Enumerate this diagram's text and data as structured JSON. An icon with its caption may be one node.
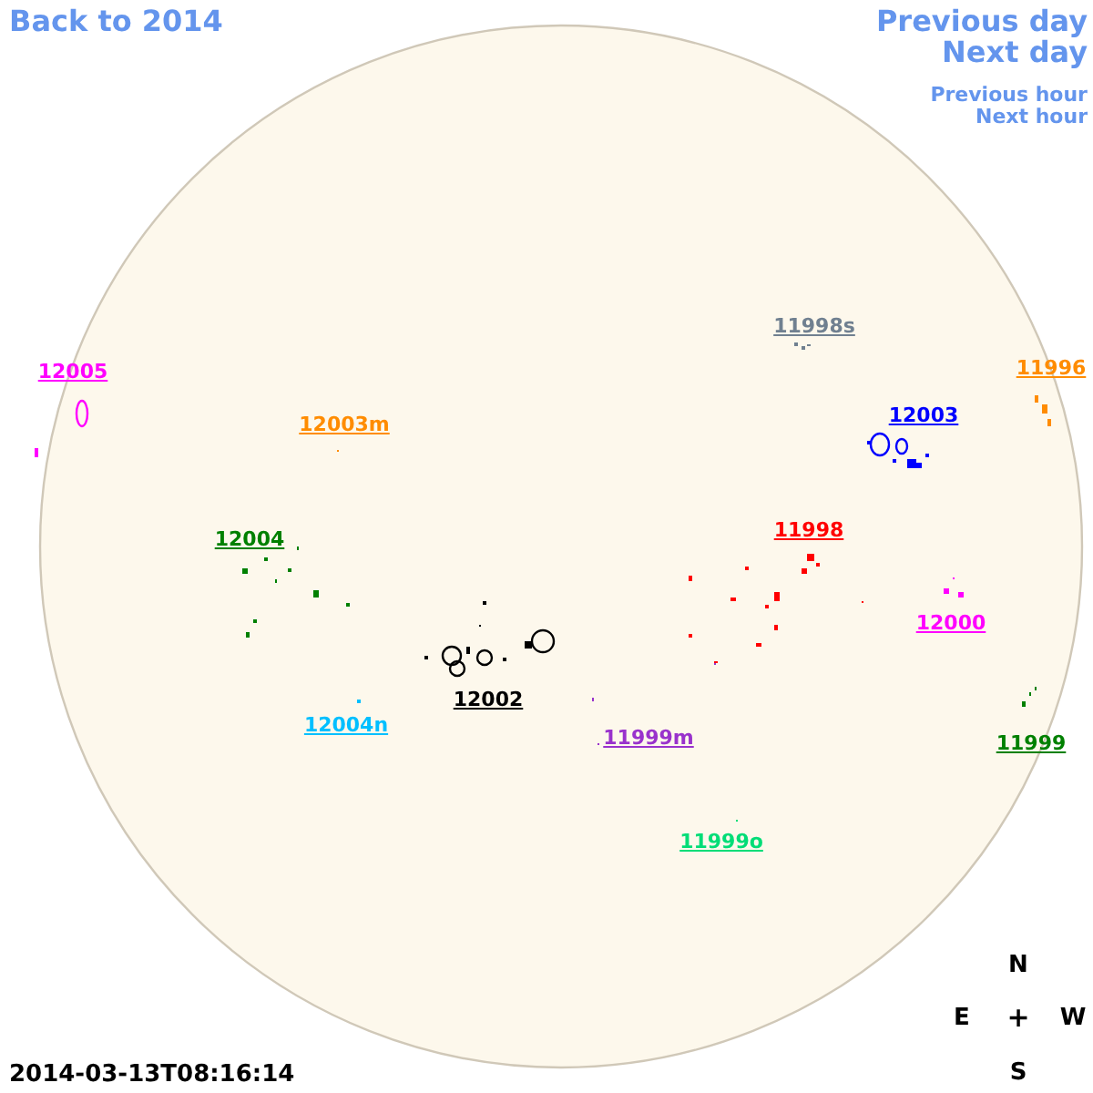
{
  "diagram": {
    "labels": [
      "Back to 2014",
      "Previous day",
      "Next day",
      "Previous hour",
      "Next hour",
      "11998s",
      "12005",
      "11996",
      "12003",
      "12003m",
      "12004",
      "11998",
      "12000",
      "12002",
      "12004n",
      "11999m",
      "11999",
      "11999o",
      "N",
      "E",
      "+",
      "W",
      "2014-03-13T08:16:14",
      "S"
    ]
  }
}
